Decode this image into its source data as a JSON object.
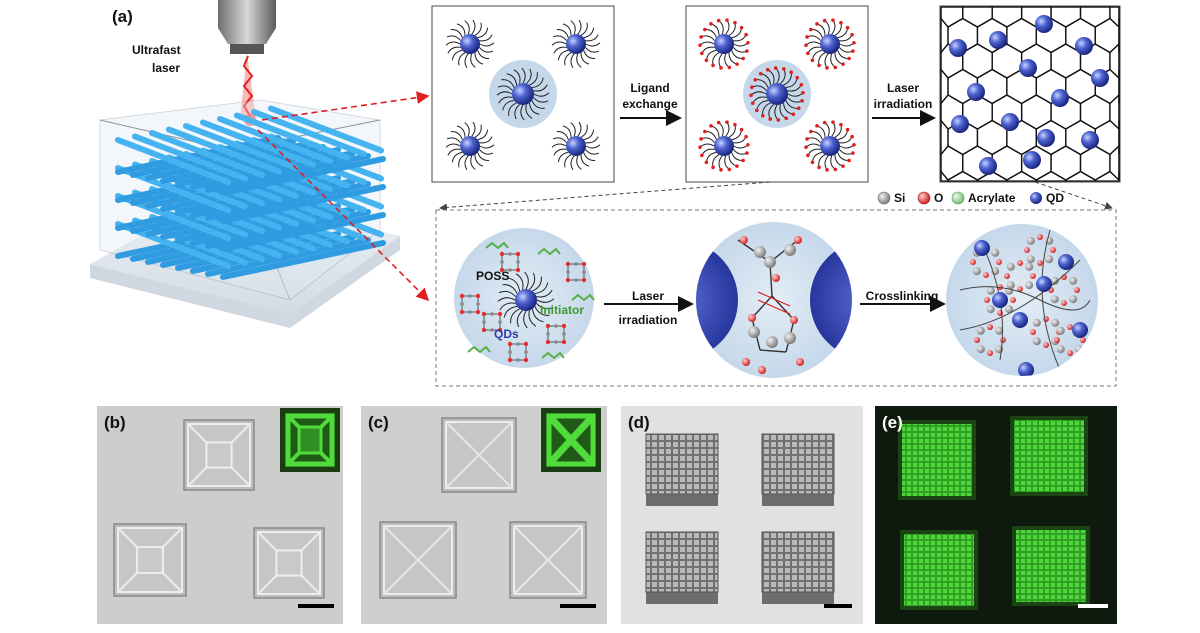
{
  "figure": {
    "panel_labels": {
      "a": "(a)",
      "b": "(b)",
      "c": "(c)",
      "d": "(d)",
      "e": "(e)"
    },
    "laser_label_line1": "Ultrafast",
    "laser_label_line2": "laser",
    "step1_line1": "Ligand",
    "step1_line2": "exchange",
    "step2_line1": "Laser",
    "step2_line2": "irradiation",
    "step3_line1": "Laser",
    "step3_line2": "irradiation",
    "step4": "Crosslinking",
    "legend": [
      {
        "label": "Si",
        "color": "#9a9a9a"
      },
      {
        "label": "O",
        "color": "#e03030"
      },
      {
        "label": "Acrylate",
        "color": "#9fd39f"
      },
      {
        "label": "QD",
        "color": "#3a4fb8"
      }
    ],
    "inset_labels": {
      "poss": "POSS",
      "initiator": "Initiator",
      "qds": "QDs"
    },
    "colors": {
      "qd": "#3a4fb8",
      "fluor_green": "#36c22b",
      "lattice_blue": "#39a9e8",
      "accent_red": "#e02020"
    }
  }
}
